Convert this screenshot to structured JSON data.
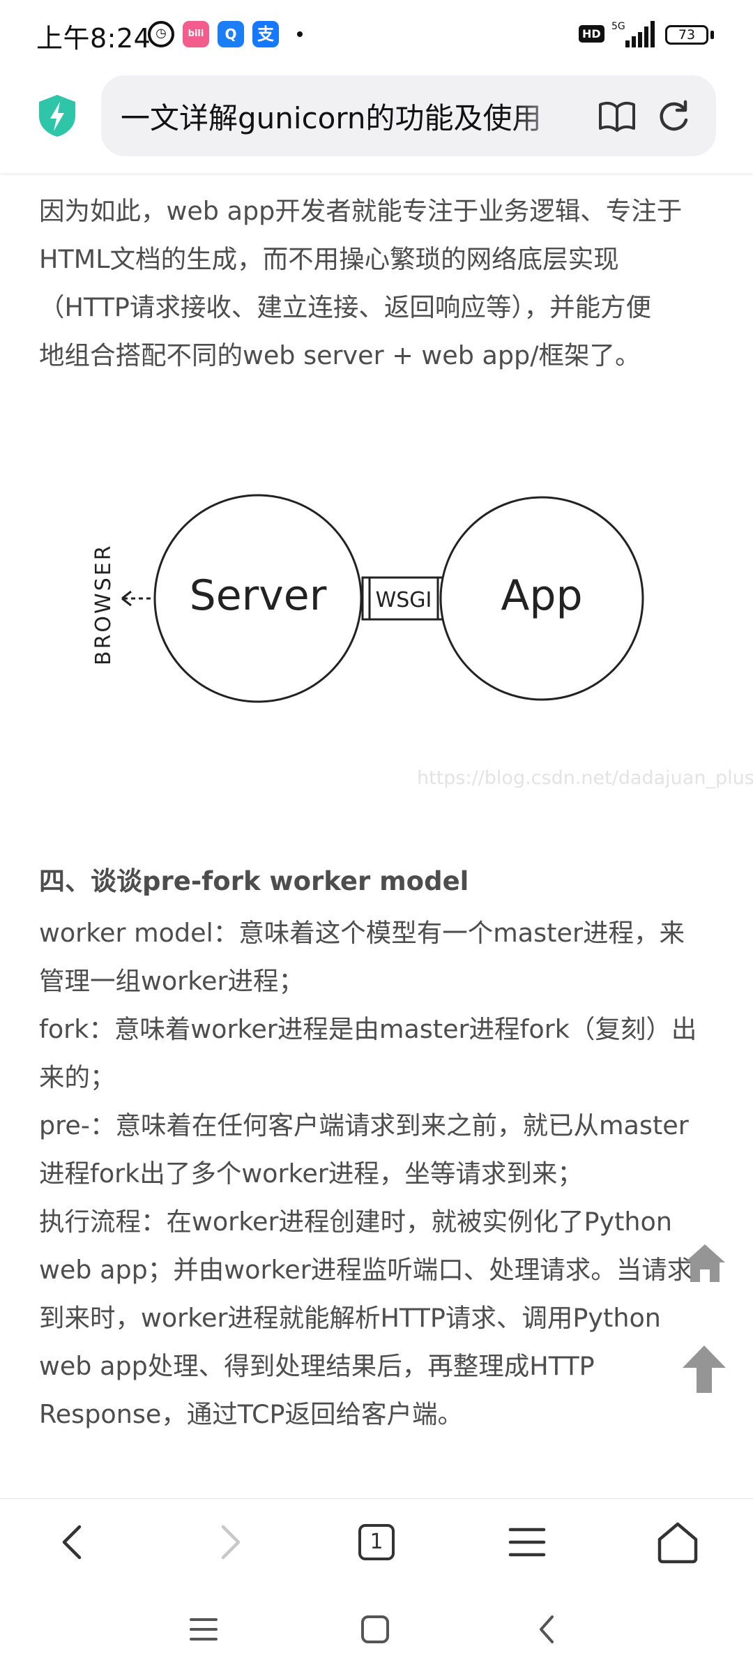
{
  "status_bar": {
    "time": "上午8:24",
    "battery": "73",
    "network": "5G",
    "hd_badge": "HD",
    "app_icons": [
      "alarm-icon",
      "bilibili-icon",
      "qq-icon",
      "alipay-icon"
    ]
  },
  "address_bar": {
    "url_title": "一文详解gunicorn的功能及使用"
  },
  "article": {
    "intro_lines": [
      "因为如此，web app开发者就能专注于业务逻辑、专注于",
      "HTML文档的生成，而不用操心繁琐的网络底层实现",
      "（HTTP请求接收、建立连接、返回响应等），并能方便",
      "地组合搭配不同的web server + web app/框架了。"
    ],
    "diagram": {
      "browser_label": "BROWSER",
      "server_label": "Server",
      "wsgi_label": "WSGI",
      "app_label": "App"
    },
    "watermark": "https://blog.csdn.net/dadajuan_plus",
    "section_title": "四、谈谈pre-fork worker model",
    "body_lines": [
      "worker model：意味着这个模型有一个master进程，来",
      "管理一组worker进程；",
      "fork：意味着worker进程是由master进程fork（复刻）出",
      "来的；",
      "pre-：意味着在任何客户端请求到来之前，就已从master",
      "进程fork出了多个worker进程，坐等请求到来；",
      "执行流程：在worker进程创建时，就被实例化了Python",
      "web app；并由worker进程监听端口、处理请求。当请求",
      "到来时，worker进程就能解析HTTP请求、调用Python",
      "web app处理、得到处理结果后，再整理成HTTP",
      "Response，通过TCP返回给客户端。"
    ]
  },
  "toolbar": {
    "tab_count": "1"
  },
  "colors": {
    "accent_shield": "#2ec5a9",
    "text": "#4d4d4d",
    "floating_button": "#8a8a8a"
  }
}
